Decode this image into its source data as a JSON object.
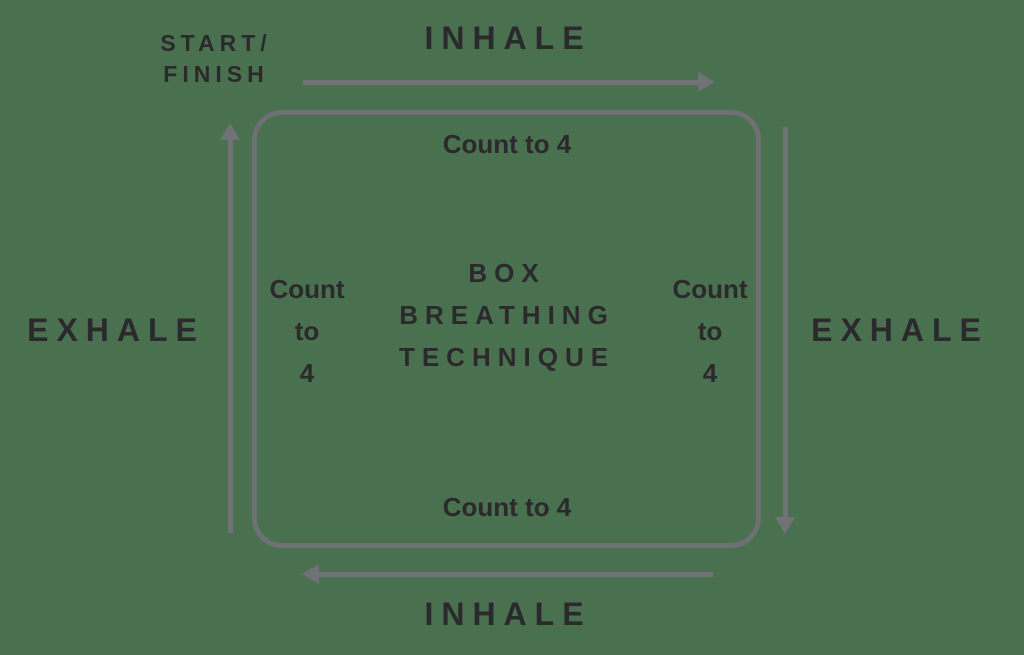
{
  "diagram": {
    "center_title_lines": [
      "BOX",
      "BREATHING",
      "TECHNIQUE"
    ],
    "start_finish_lines": [
      "START/",
      "FINISH"
    ],
    "top_label": "INHALE",
    "bottom_label": "INHALE",
    "left_label": "EXHALE",
    "right_label": "EXHALE",
    "count_top": "Count to 4",
    "count_bottom": "Count to 4",
    "count_left_lines": [
      "Count",
      "to",
      "4"
    ],
    "count_right_lines": [
      "Count",
      "to",
      "4"
    ],
    "colors": {
      "background": "#49704f",
      "arrow": "#707276",
      "box_border": "#6e7074",
      "text": "#2b292c"
    }
  }
}
